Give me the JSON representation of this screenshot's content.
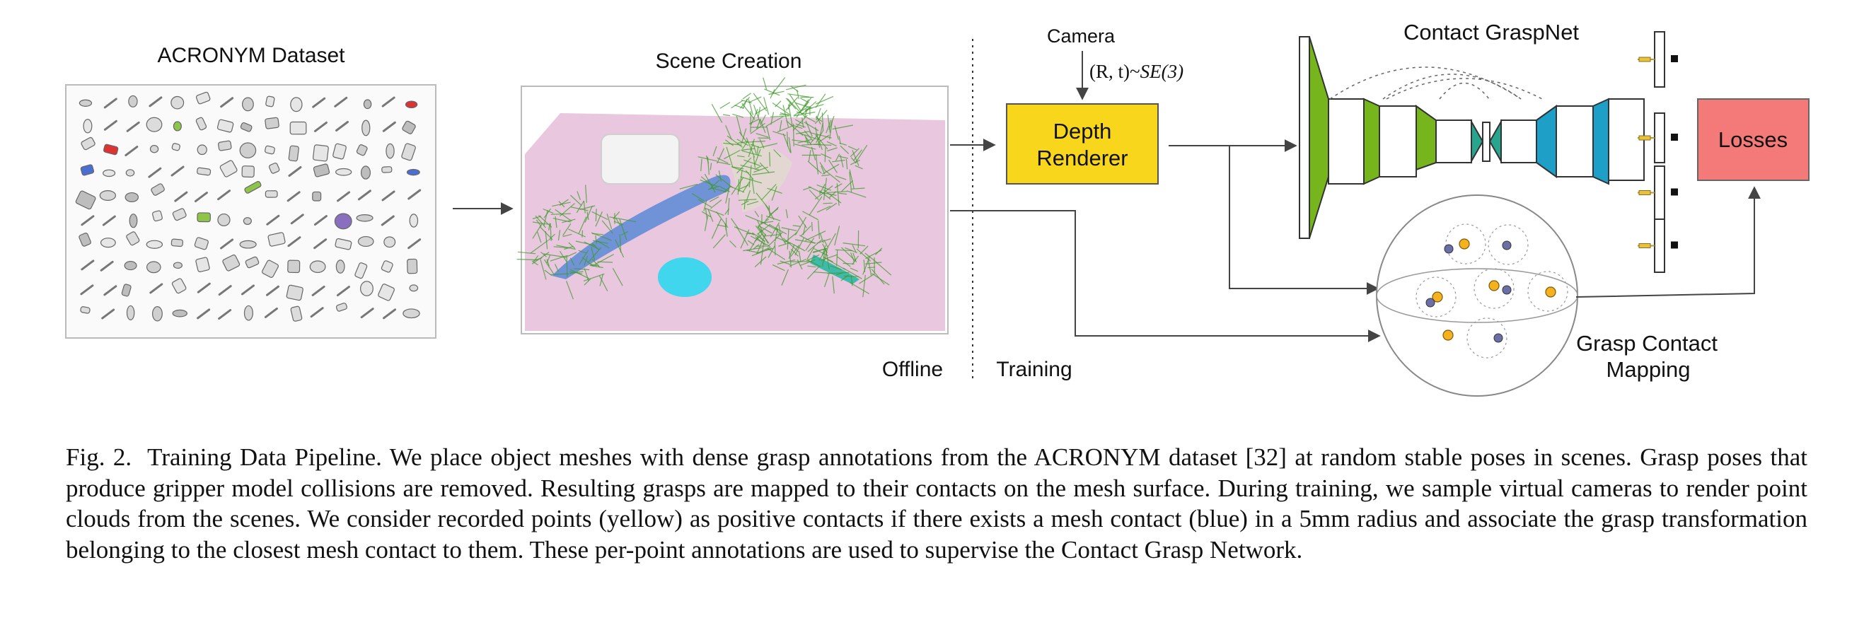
{
  "figure": {
    "labels": {
      "acronym": "ACRONYM Dataset",
      "scene": "Scene Creation",
      "camera": "Camera",
      "pose": "(R, t)~",
      "pose_group": "SE(3)",
      "renderer_line1": "Depth",
      "renderer_line2": "Renderer",
      "net": "Contact GraspNet",
      "losses": "Losses",
      "mapping_line1": "Grasp Contact",
      "mapping_line2": "Mapping",
      "offline": "Offline",
      "training": "Training"
    },
    "colors": {
      "renderer": "#f7d61c",
      "losses": "#f47a7a",
      "encoder": "#77b51d",
      "decoder": "#1d9fc7",
      "bottleneck": "#27a58f",
      "plane": "#e9c7de",
      "grasps": "#3e9a2a",
      "contact_positive": "#f5b21d",
      "contact_mesh": "#6a6fa8"
    }
  },
  "caption": {
    "number": "Fig. 2.",
    "text": "Training Data Pipeline. We place object meshes with dense grasp annotations from the ACRONYM dataset [32] at random stable poses in scenes. Grasp poses that produce gripper model collisions are removed. Resulting grasps are mapped to their contacts on the mesh surface. During training, we sample virtual cameras to render point clouds from the scenes. We consider recorded points (yellow) as positive contacts if there exists a mesh contact (blue) in a 5mm radius and associate the grasp transformation belonging to the closest mesh contact to them. These per-point annotations are used to supervise the Contact Grasp Network."
  }
}
